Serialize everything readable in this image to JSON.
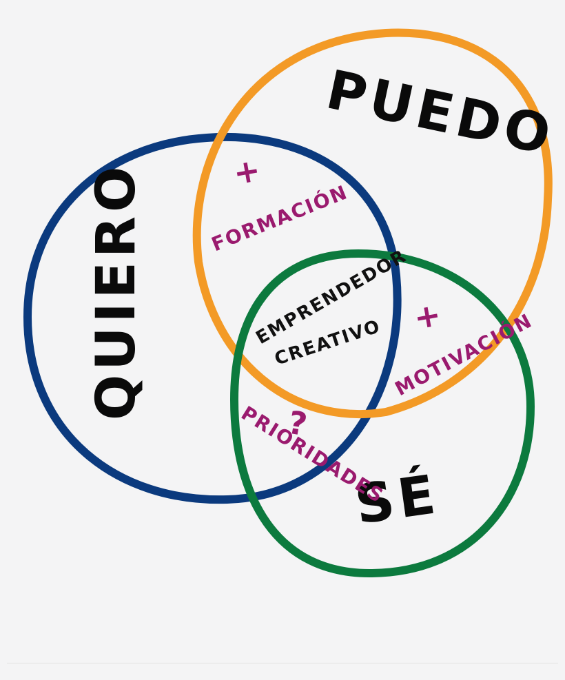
{
  "diagram": {
    "circles": [
      {
        "id": "quiero",
        "label": "QUIERO",
        "color": "#0b3a7e"
      },
      {
        "id": "puedo",
        "label": "PUEDO",
        "color": "#f39a26"
      },
      {
        "id": "se",
        "label": "SÉ",
        "color": "#0c7a3e"
      }
    ],
    "intersections": {
      "quiero_puedo": {
        "symbol": "+",
        "label": "FORMACIÓN"
      },
      "puedo_se": {
        "symbol": "+",
        "label": "MOTIVACIÓN"
      },
      "quiero_se": {
        "symbol": "?",
        "label": "PRIORIDADES"
      },
      "center": {
        "line1": "EMPRENDEDOR",
        "line2": "CREATIVO"
      }
    },
    "accent_color": "#9a1a6e",
    "text_color": "#0a0a0a"
  }
}
